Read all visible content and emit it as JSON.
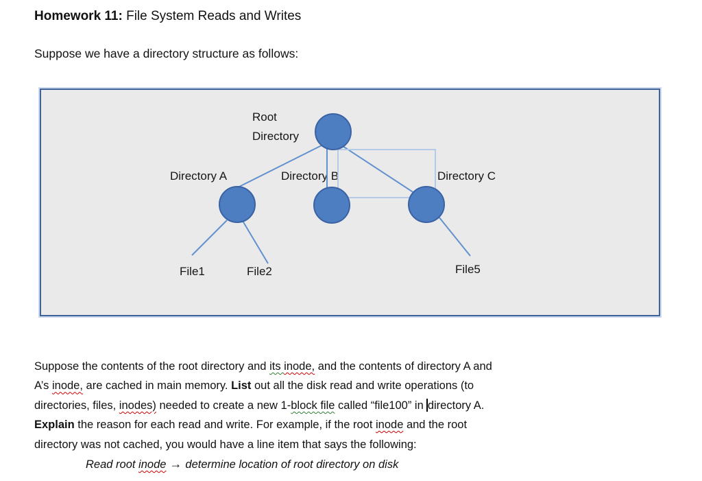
{
  "title": {
    "bold": "Homework 11:",
    "rest": " File System Reads and Writes"
  },
  "intro": "Suppose we have a directory structure as follows:",
  "diagram": {
    "root_label_line1": "Root",
    "root_label_line2": "Directory",
    "dir_a_label": "Directory A",
    "dir_b_label": "Directory B",
    "dir_c_label": "Directory C",
    "file1_label": "File1",
    "file2_label": "File2",
    "file5_label": "File5",
    "colors": {
      "node_fill": "#4d7ec1",
      "node_border": "#3a62a5",
      "connector": "#6391cf",
      "highlight_rectangle": "#b5c9e8",
      "box_border": "#40639c",
      "box_background": "#eaeaea"
    }
  },
  "paragraph": {
    "l1": {
      "a": "Suppose the contents of the root directory and ",
      "b": "its ",
      "c": "inode,",
      "d": " and the contents of directory A and"
    },
    "l2": {
      "a": "A’s ",
      "b": "inode,",
      "c": " are cached in main memory. ",
      "d": "List",
      "e": " out all the disk read and write operations (to"
    },
    "l3": {
      "a": "directories, files, ",
      "b": "inodes)",
      "c": " needed to create a new 1-",
      "d": "block file",
      "e": " called “file100” in ",
      "f": "directory A."
    },
    "l4": {
      "a": "Explain",
      "b": " the reason for each read and write. For example, if the root ",
      "c": "inode",
      "d": " and the root"
    },
    "l5": {
      "a": "directory was not cached, you would have a line item that says the following:"
    },
    "l6": {
      "a": "Read root ",
      "b": "inode",
      "arrow": "→",
      "c": "determine location of root directory on disk"
    }
  },
  "annotations": {
    "spellcheck_squiggle_color": "#cc0000",
    "grammar_squiggle_color": "#2e7d32"
  }
}
